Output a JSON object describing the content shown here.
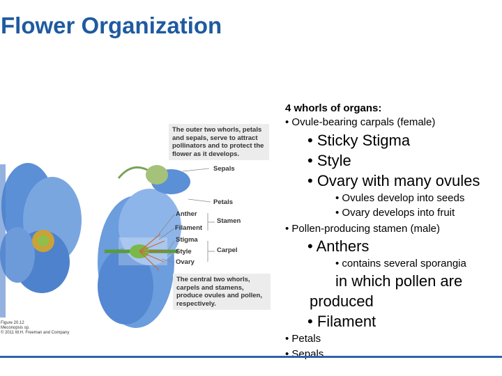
{
  "slide": {
    "title": "Flower Organization"
  },
  "figure": {
    "callout_top": "The outer two whorls, petals and sepals, serve to attract pollinators and to protect the flower as it develops.",
    "callout_bottom": "The central two whorls, carpels and stamens, produce ovules and pollen, respectively.",
    "labels": {
      "sepals": "Sepals",
      "petals": "Petals",
      "anther": "Anther",
      "filament": "Filament",
      "stamen": "Stamen",
      "stigma": "Stigma",
      "style": "Style",
      "carpel": "Carpel",
      "ovary": "Ovary"
    },
    "caption": "Figure 20.12\nMeconopsis sp.\n© 2011 W.H. Freeman and Company"
  },
  "body": {
    "heading": "4 whorls of organs:",
    "b1": "• Ovule-bearing carpals (female)",
    "b1a": "• Sticky Stigma",
    "b1b": "• Style",
    "b1c": "• Ovary with many ovules",
    "b1c1": "• Ovules develop into seeds",
    "b1c2": "• Ovary develops into fruit",
    "b2": "• Pollen-producing stamen (male)",
    "b2a": "• Anthers",
    "b2a1": "• contains several sporangia",
    "b2a1_cont1": "in which pollen are",
    "b2a1_cont2": "produced",
    "b2b": "• Filament",
    "b3": "• Petals",
    "b4": "• Sepals"
  },
  "colors": {
    "title": "#1f5aa0",
    "petal": "#5b8fd6",
    "petal_light": "#a9c8f0",
    "stem": "#5a9a3c",
    "rule": "#2f62a8"
  }
}
